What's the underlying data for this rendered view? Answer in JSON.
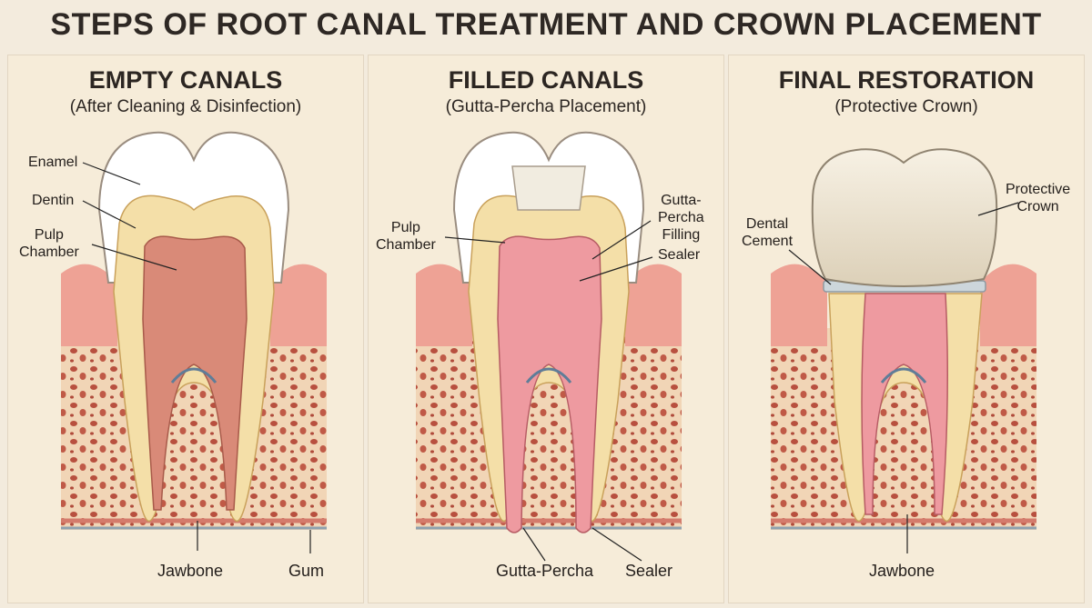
{
  "title": "STEPS OF ROOT CANAL TREATMENT AND CROWN PLACEMENT",
  "panels": [
    {
      "title": "EMPTY CANALS",
      "subtitle": "(After Cleaning & Disinfection)",
      "labels": {
        "enamel": "Enamel",
        "dentin": "Dentin",
        "pulp_chamber": "Pulp\nChamber",
        "jawbone": "Jawbone",
        "gum": "Gum"
      }
    },
    {
      "title": "FILLED CANALS",
      "subtitle": "(Gutta-Percha Placement)",
      "labels": {
        "pulp_chamber": "Pulp\nChamber",
        "gutta_percha_filling": "Gutta-\nPercha\nFilling",
        "sealer_top": "Sealer",
        "gutta_percha": "Gutta-Percha",
        "sealer_bottom": "Sealer"
      }
    },
    {
      "title": "FINAL RESTORATION",
      "subtitle": "(Protective Crown)",
      "labels": {
        "protective_crown": "Protective\nCrown",
        "dental_cement": "Dental\nCement",
        "jawbone": "Jawbone"
      }
    }
  ],
  "colors": {
    "background": "#f3ebdd",
    "enamel": "#ffffff",
    "dentin": "#f4dfa8",
    "pulp": "#d98a78",
    "gutta_percha": "#ee9aa0",
    "gum": "#eea295",
    "bone": "#f0d3b4",
    "crown": "#efe6d2"
  }
}
